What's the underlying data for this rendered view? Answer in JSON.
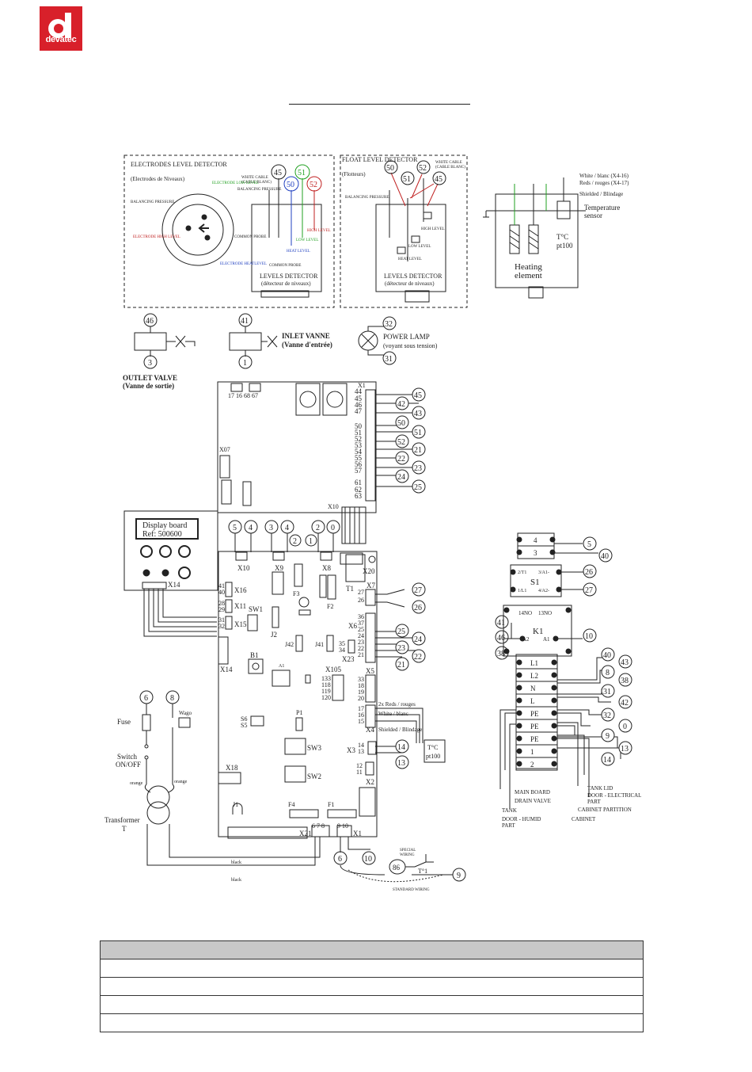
{
  "brand": {
    "name": "devatec",
    "color": "#d8202a"
  },
  "electrodes": {
    "title": "ELECTRODES LEVEL DETECTOR",
    "title_fr": "(Electrodes de Niveaux)",
    "white_cable": "WHITE CABLE",
    "white_cable_fr": "(CABLE BLANC)",
    "balancing": "BALANCING PRESSURE",
    "elec_low": "ELECTRODE LOW LEVEL",
    "elec_high": "ELECTRODE HIGH LEVEL",
    "elec_heat": "ELECTRODE HEATLEVEL",
    "common_probe": "COMMON PROBE",
    "heat_level": "HEAT LEVEL",
    "low_level": "LOW LEVEL",
    "high_level": "HIGH LEVEL",
    "levels": "LEVELS DETECTOR",
    "levels_fr": "(détecteur de niveaux)"
  },
  "float": {
    "title": "FLOAT LEVEL DETECTOR",
    "title_fr": "(Flotteurs)",
    "white_cable": "WHITE CABLE",
    "white_cable_fr": "(CABLE BLANC)",
    "balancing": "BALANCING PRESSURE",
    "high_level": "HIGH LEVEL",
    "low_level": "LOW LEVEL",
    "heat_level": "HEAT LEVEL",
    "levels": "LEVELS DETECTOR",
    "levels_fr": "(détecteur de niveaux)"
  },
  "heater": {
    "white": "White / blanc (X4-16)",
    "reds": "Reds / rouges (X4-17)",
    "shielded": "Shielded / Blindage",
    "temp1": "Temperature",
    "temp2": "sensor",
    "tc": "T°C",
    "pt": "pt100",
    "heating1": "Heating",
    "heating2": "element"
  },
  "outlet": {
    "label": "OUTLET VALVE",
    "label_fr": "(Vanne de sortie)"
  },
  "inlet": {
    "label": "INLET VANNE",
    "label_fr": "(Vanne d'entrée)"
  },
  "lamp": {
    "label": "POWER LAMP",
    "label_fr": "(voyant sous tension)"
  },
  "display": {
    "line1": "Display board",
    "line2": "Ref: 500600"
  },
  "left": {
    "fuse": "Fuse",
    "switch1": "Switch",
    "switch2": "ON/OFF",
    "transformer1": "Transformer",
    "transformer2": "T",
    "wago": "Wago",
    "orange": "orange",
    "black": "black"
  },
  "x4": {
    "reds": "2x Reds / rouges",
    "white": "White / blanc",
    "shielded": "Shielded / Blindage",
    "tc": "T°C",
    "pt": "pt100"
  },
  "wiring": {
    "special1": "SPECIAL",
    "special2": "WIRING",
    "standard": "STANDARD WIRING",
    "t1": "T°1"
  },
  "ground": {
    "main_board": "MAIN BOARD",
    "drain_valve": "DRAIN VALVE",
    "tank": "TANK",
    "door_humid1": "DOOR - HUMID",
    "door_humid2": "PART",
    "tank_lid": "TANK LID",
    "door_elec1": "DOOR - ELECTRICAL",
    "door_elec2": "PART",
    "cab_part": "CABINET PARTITION",
    "cabinet": "CABINET"
  },
  "terminal": {
    "s1": "S1",
    "k1": "K1",
    "no14": "14NO",
    "no13": "13NO",
    "a1": "A1",
    "a2": "A2",
    "s1a": "2/T1",
    "s1b": "3/A1-",
    "s1c": "1/L1",
    "s1d": "4/A2-",
    "rows": [
      "L1",
      "L2",
      "N",
      "L",
      "PE",
      "PE",
      "PE",
      "1",
      "2"
    ]
  }
}
